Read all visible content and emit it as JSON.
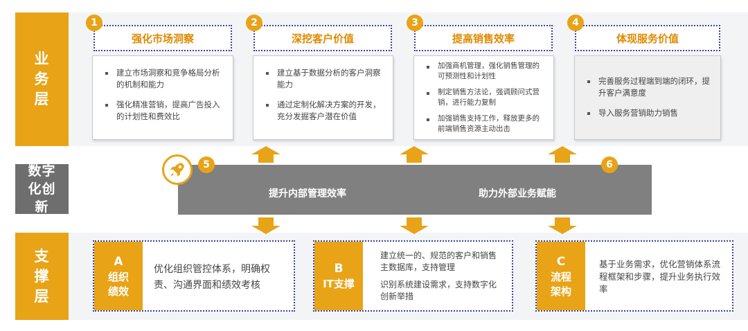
{
  "layers": {
    "business": "业务层",
    "digital": "数字化创新",
    "support": "支撑层"
  },
  "business_cards": [
    {
      "num": "1",
      "title": "强化市场洞察",
      "items": [
        "建立市场洞察和竞争格局分析的机制和能力",
        "强化精准营销，提高广告投入的计划性和费效比"
      ]
    },
    {
      "num": "2",
      "title": "深挖客户价值",
      "items": [
        "建立基于数据分析的客户洞察能力",
        "通过定制化解决方案的开发，充分发掘客户潜在价值"
      ]
    },
    {
      "num": "3",
      "title": "提高销售效率",
      "items": [
        "加强商机管理，强化销售管理的可预测性和计划性",
        "制定销售方法论，强调顾问式营销，进行能力复制",
        "加强销售支持工作，释放更多的前端销售资源主动出击"
      ]
    },
    {
      "num": "4",
      "title": "体现服务价值",
      "items": [
        "完善服务过程端到端的闭环，提升客户满意度",
        "导入服务营销助力销售"
      ]
    }
  ],
  "digital": {
    "num_left": "5",
    "num_right": "6",
    "left_text": "提升内部管理效率",
    "right_text": "助力外部业务赋能",
    "rocket_icon": "rocket-icon"
  },
  "support_cards": [
    {
      "letter": "A",
      "name": "组织绩效",
      "text": [
        "优化组织管控体系，明确权责、沟通界面和绩效考核"
      ]
    },
    {
      "letter": "B",
      "name": "IT支撑",
      "text": [
        "建立统一的、规范的客户和销售主数据库，支持管理",
        "识别系统建设需求，支持数字化创新举措"
      ]
    },
    {
      "letter": "C",
      "name": "流程架构",
      "text": [
        "基于业务需求，优化营销体系流程框架和步骤，提升业务执行效率"
      ]
    }
  ],
  "colors": {
    "accent": "#e8a317",
    "dotted_border": "#3a3f9a",
    "gray_bar": "#808080",
    "title_text": "#e08a00"
  }
}
